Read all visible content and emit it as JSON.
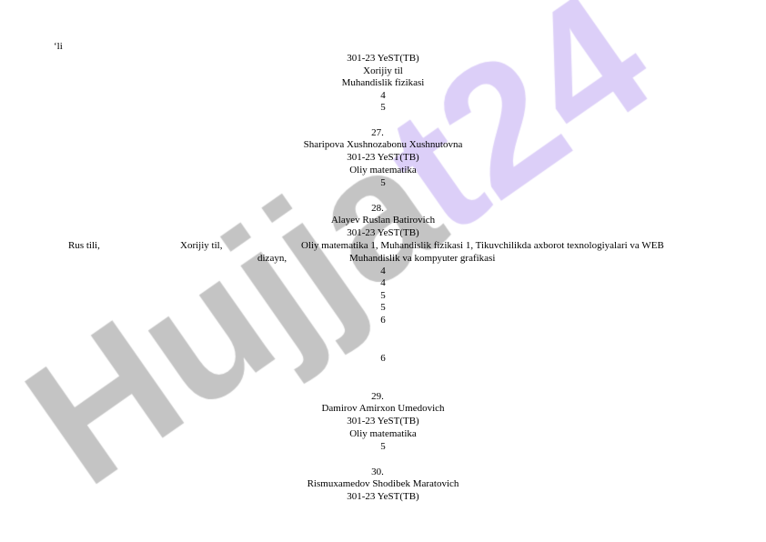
{
  "watermark": {
    "text_gray": "Hujja",
    "text_purple": "t24",
    "gray": "#c4c4c4",
    "purple": "#dccff8"
  },
  "fragment_top": "‘li",
  "entry_prev": {
    "group": "301-23 YeST(TB)",
    "subjects": [
      "Xorijiy til",
      "Muhandislik fizikasi"
    ],
    "grades": [
      "4",
      "5"
    ]
  },
  "entries": [
    {
      "number": "27.",
      "name": "Sharipova Xushnozabonu Xushnutovna",
      "group": "301-23 YeST(TB)",
      "subjects": [
        "Oliy matematika"
      ],
      "grades": [
        "5"
      ]
    },
    {
      "number": "28.",
      "name": "Alayev Ruslan Batirovich",
      "group": "301-23 YeST(TB)",
      "subjects_line1": [
        "Rus tili,",
        "Xorijiy til,",
        "Oliy matematika 1, Muhandislik fizikasi 1, Tikuvchilikda axborot texnologiyalari va WEB"
      ],
      "subjects_line2": [
        "dizayn,",
        "Muhandislik va kompyuter grafikasi"
      ],
      "grades": [
        "4",
        "4",
        "5",
        "5",
        "6",
        "6"
      ]
    },
    {
      "number": "29.",
      "name": "Damirov Amirxon Umedovich",
      "group": "301-23 YeST(TB)",
      "subjects": [
        "Oliy matematika"
      ],
      "grades": [
        "5"
      ]
    },
    {
      "number": "30.",
      "name": "Rismuxamedov Shodibek Maratovich",
      "group": "301-23 YeST(TB)"
    }
  ]
}
